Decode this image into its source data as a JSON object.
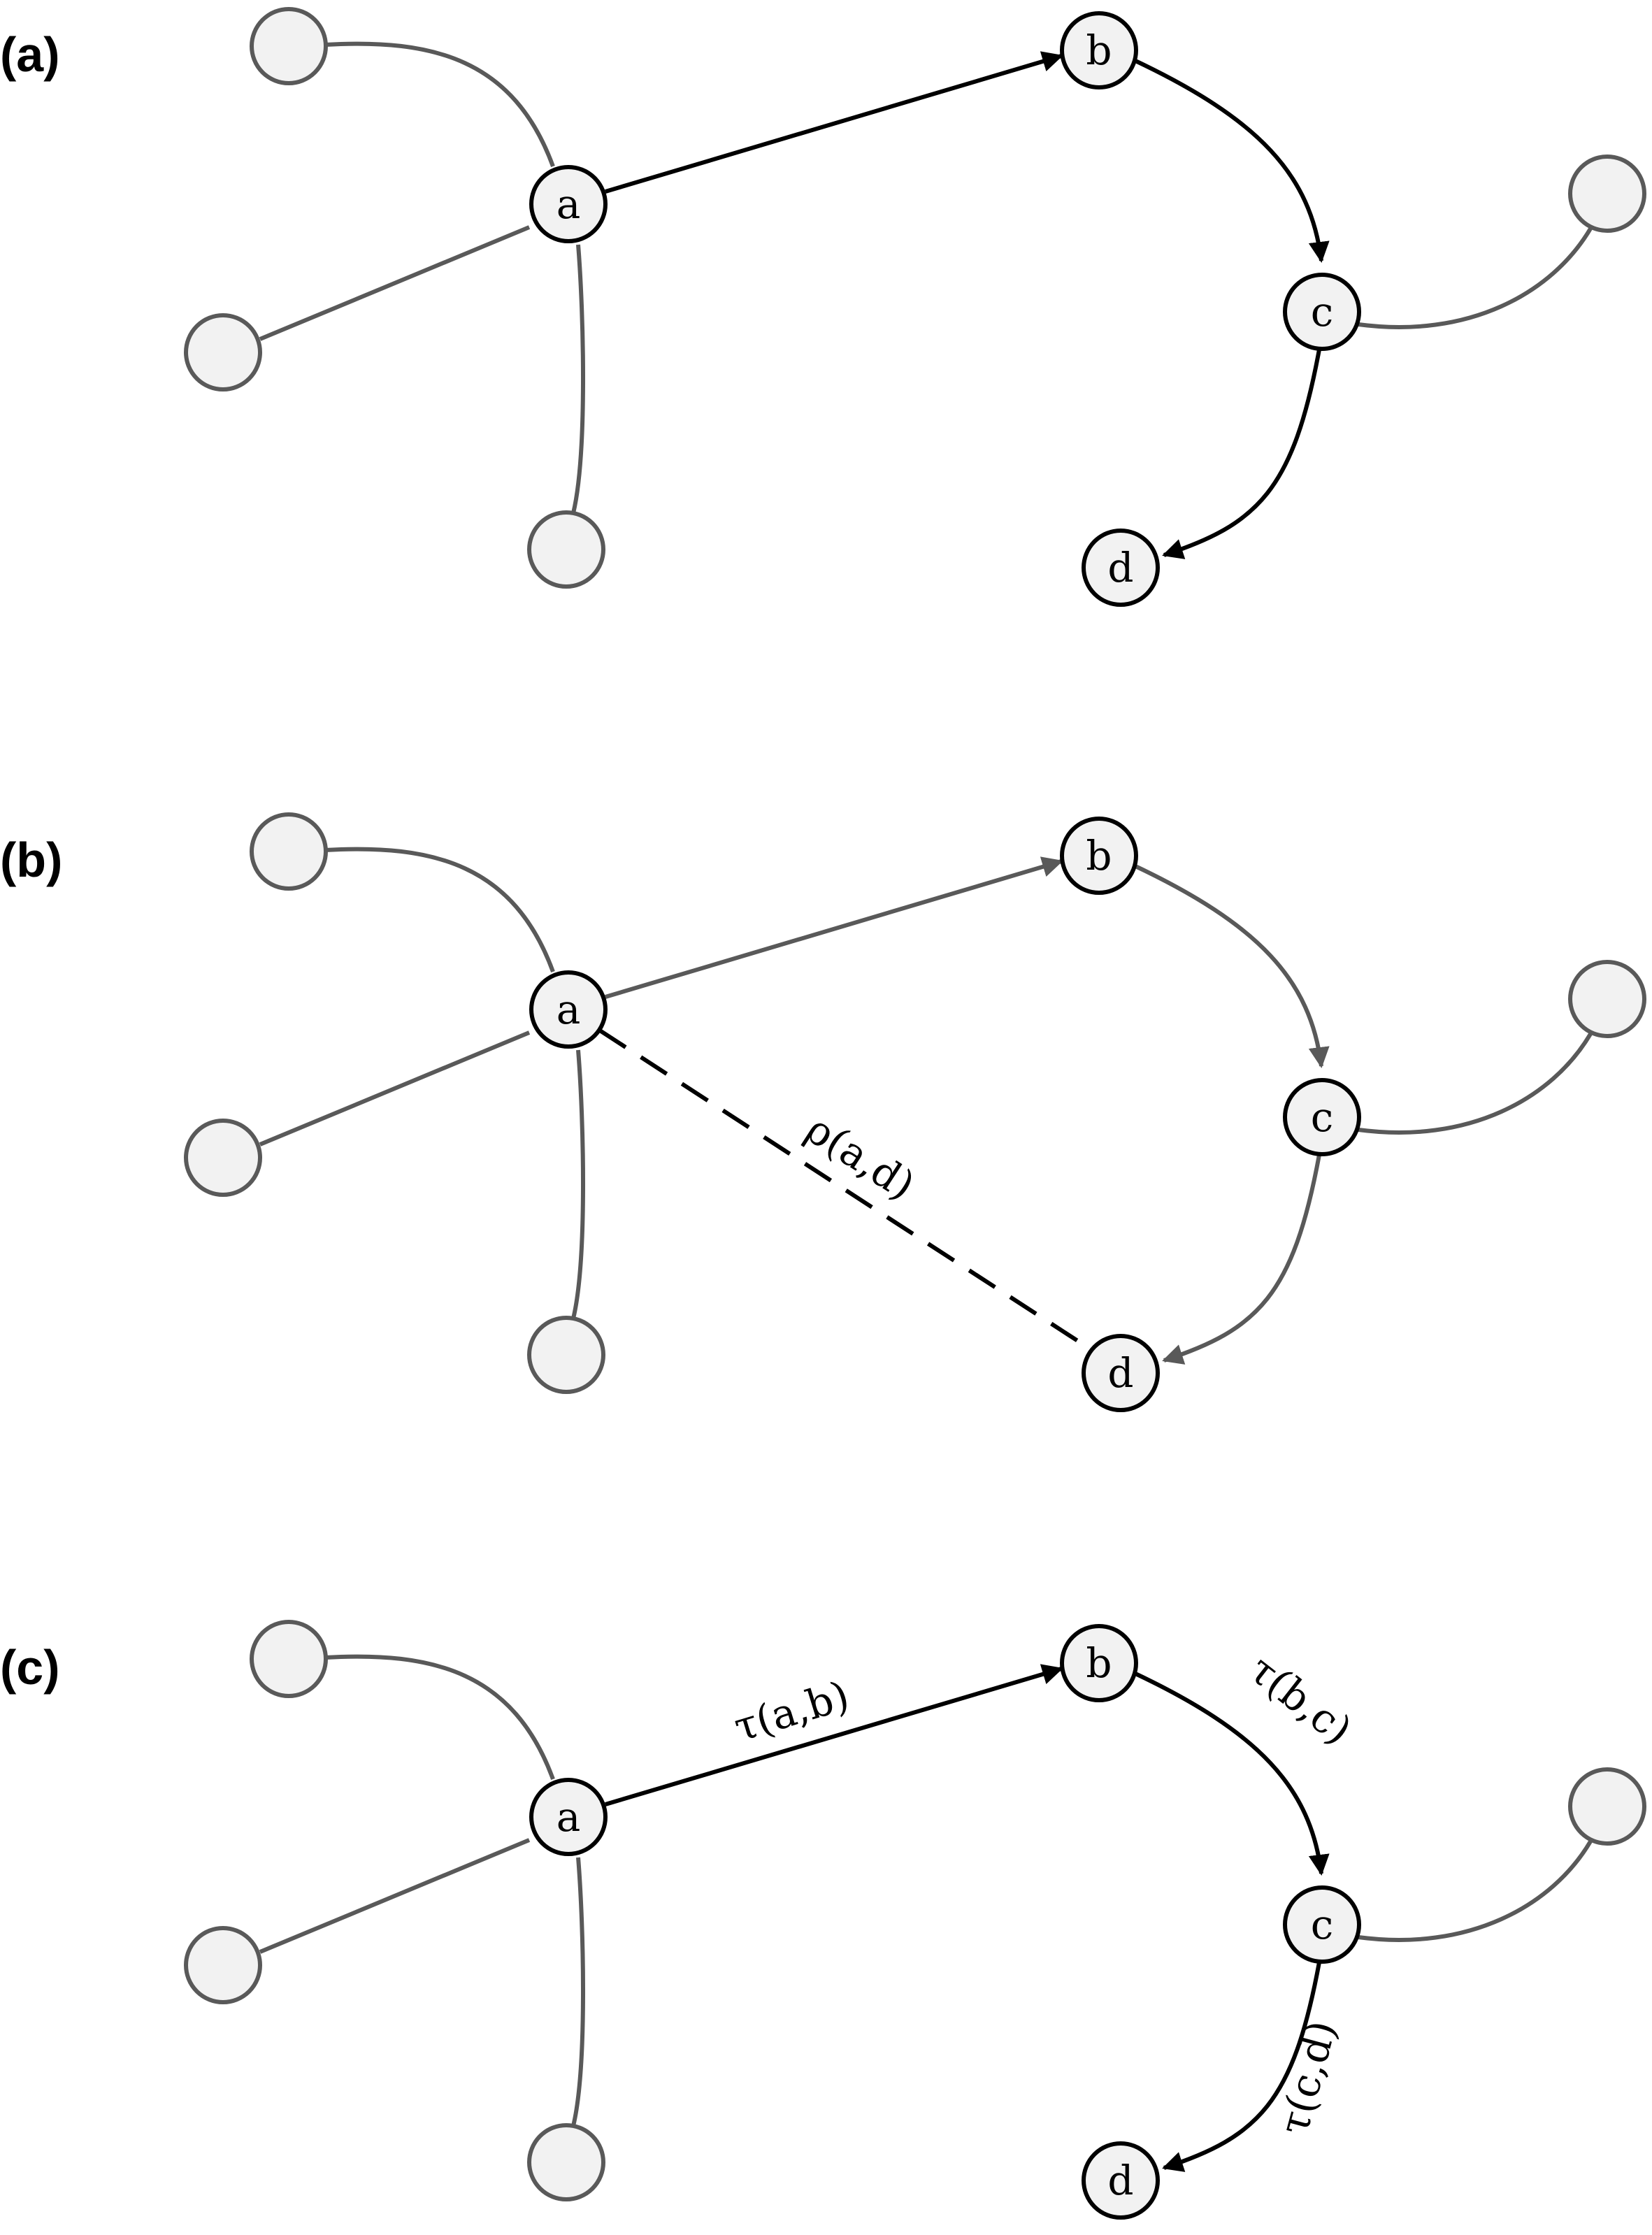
{
  "panels": [
    {
      "id": "a",
      "label": "(a)",
      "nodes": {
        "a": "a",
        "b": "b",
        "c": "c",
        "d": "d"
      },
      "path_style": "highlighted",
      "edge_labels": {}
    },
    {
      "id": "b",
      "label": "(b)",
      "nodes": {
        "a": "a",
        "b": "b",
        "c": "c",
        "d": "d"
      },
      "path_style": "muted",
      "edge_labels": {
        "ad": "ρ(a,d)"
      }
    },
    {
      "id": "c",
      "label": "(c)",
      "nodes": {
        "a": "a",
        "b": "b",
        "c": "c",
        "d": "d"
      },
      "path_style": "highlighted",
      "edge_labels": {
        "ab": "τ(a,b)",
        "bc": "τ(b,c)",
        "cd": "τ(c,d)"
      }
    }
  ],
  "colors": {
    "highlight": "#000000",
    "muted": "#595959",
    "node_fill": "#f2f2f2"
  }
}
